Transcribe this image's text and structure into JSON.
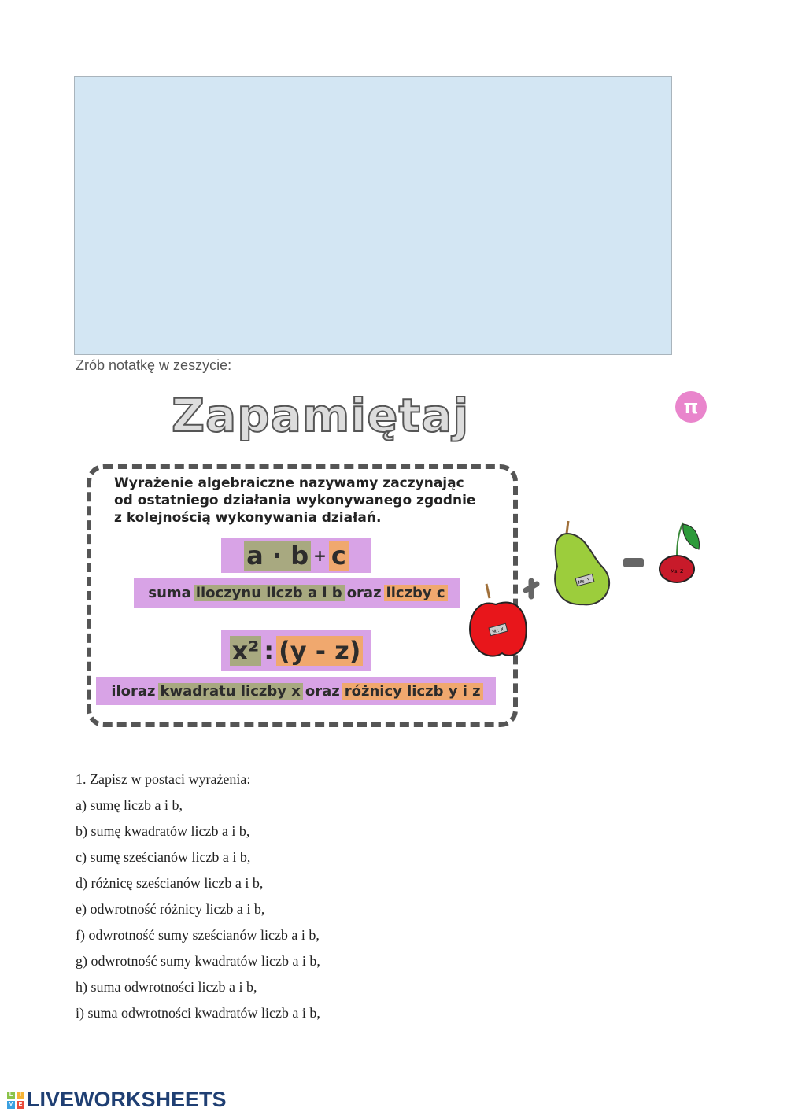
{
  "note_label": "Zrób notatkę w zeszycie:",
  "card": {
    "title": "Zapamiętaj",
    "pi_symbol": "π",
    "paragraph": [
      "Wyrażenie algebraiczne nazywamy zaczynając",
      "od ostatniego działania wykonywanego zgodnie",
      "z kolejnością wykonywania działań."
    ],
    "example1": {
      "expr": [
        "a · b",
        "+",
        "c"
      ],
      "desc": [
        "suma",
        "iloczynu liczb a i b",
        "oraz",
        "liczby c"
      ]
    },
    "example2": {
      "expr": [
        "x²",
        ":",
        "(y - z)"
      ],
      "desc": [
        "iloraz",
        "kwadratu liczby x",
        "oraz",
        "różnicy liczb y i z"
      ]
    },
    "fruit_tags": [
      "Mr. X",
      "Ms. Y",
      "Ms. Z"
    ],
    "colors": {
      "purple": "#d8a3e6",
      "olive": "#a8a980",
      "orange": "#f0a86e",
      "pi": "#e985cc"
    }
  },
  "exercise": {
    "heading": "1. Zapisz w postaci wyrażenia:",
    "items": [
      " a) sumę liczb a i b,",
      " b) sumę kwadratów liczb a i b,",
      "c) sumę sześcianów liczb a i b,",
      "d) różnicę sześcianów liczb a i b,",
      "e) odwrotność różnicy liczb a i b,",
      "f) odwrotność sumy sześcianów liczb a i b,",
      "g) odwrotność sumy kwadratów liczb a i b,",
      "h) suma odwrotności liczb a i b,",
      "i) suma odwrotności kwadratów liczb a i b,"
    ]
  },
  "footer": {
    "logo_text": "LIVEWORKSHEETS",
    "logo_letters": [
      "L",
      "I",
      "V",
      "E"
    ]
  }
}
